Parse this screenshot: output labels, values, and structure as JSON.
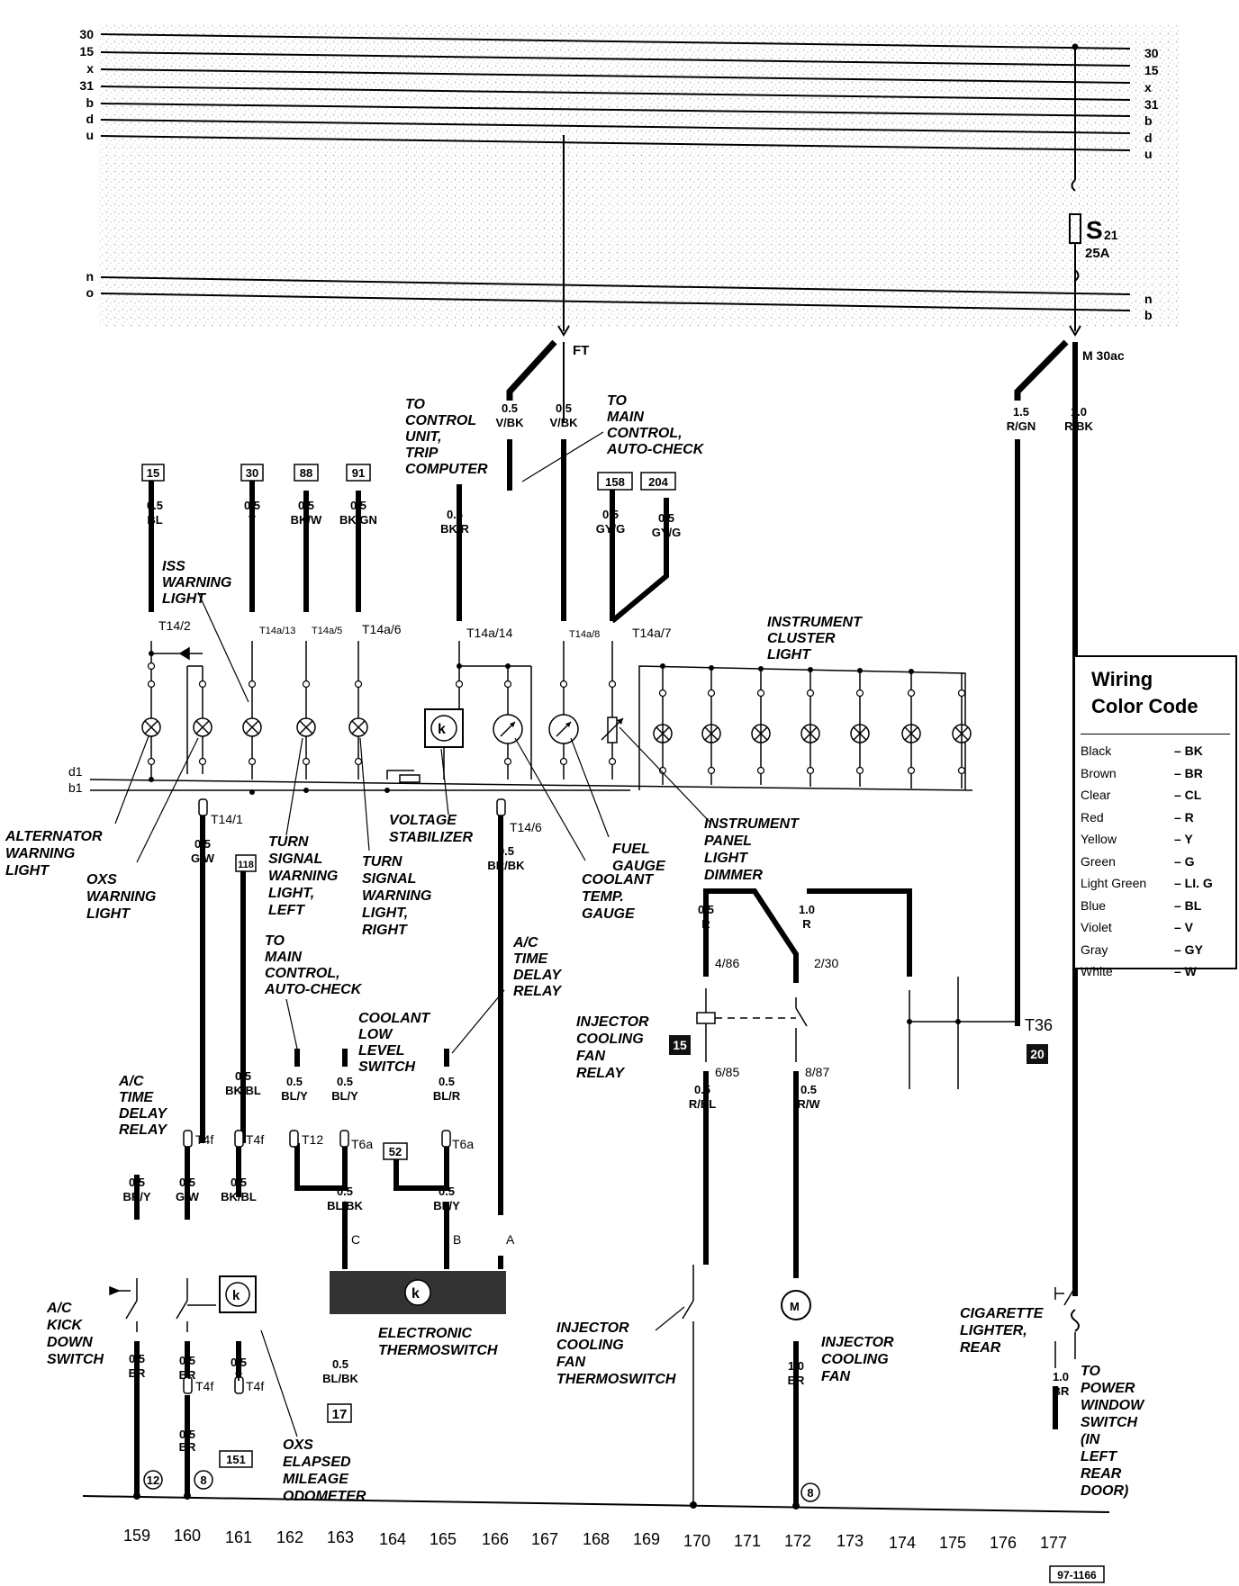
{
  "bus_lines_left": [
    "30",
    "15",
    "x",
    "31",
    "b",
    "d",
    "u",
    "n",
    "o"
  ],
  "bus_lines_right": [
    "30",
    "15",
    "x",
    "31",
    "b",
    "d",
    "u",
    "n",
    "b"
  ],
  "fuse": {
    "name": "S",
    "index": "21",
    "rating": "25A"
  },
  "ground_points": {
    "ft": "FT",
    "m30ac": "M 30ac"
  },
  "branch_labels": {
    "d1": "d1",
    "b1": "b1"
  },
  "boxed_refs": [
    "15",
    "30",
    "88",
    "91",
    "158",
    "204",
    "118",
    "52",
    "17",
    "151"
  ],
  "black_refs": [
    "15",
    "20"
  ],
  "circle_refs": [
    "12",
    "8",
    "8"
  ],
  "wires": [
    {
      "gauge": "0.5",
      "color": "BL"
    },
    {
      "gauge": "0.5",
      "color": "Y"
    },
    {
      "gauge": "0.5",
      "color": "BK/W"
    },
    {
      "gauge": "0.5",
      "color": "BK/GN"
    },
    {
      "gauge": "0.5",
      "color": "BK/R"
    },
    {
      "gauge": "0.5",
      "color": "V/BK"
    },
    {
      "gauge": "0.5",
      "color": "V/BK"
    },
    {
      "gauge": "0.5",
      "color": "GY/G"
    },
    {
      "gauge": "0.5",
      "color": "GY/G"
    },
    {
      "gauge": "1.5",
      "color": "R/GN"
    },
    {
      "gauge": "1.0",
      "color": "R/BK"
    },
    {
      "gauge": "0.5",
      "color": "G/W"
    },
    {
      "gauge": "0.5",
      "color": "BR/BK"
    },
    {
      "gauge": "0.5",
      "color": "R"
    },
    {
      "gauge": "1.0",
      "color": "R"
    },
    {
      "gauge": "0.5",
      "color": "BK/BL"
    },
    {
      "gauge": "0.5",
      "color": "BL/Y"
    },
    {
      "gauge": "0.5",
      "color": "BL/Y"
    },
    {
      "gauge": "0.5",
      "color": "BL/R"
    },
    {
      "gauge": "0.5",
      "color": "R/BL"
    },
    {
      "gauge": "0.5",
      "color": "R/W"
    },
    {
      "gauge": "0.5",
      "color": "BR/Y"
    },
    {
      "gauge": "0.5",
      "color": "G/W"
    },
    {
      "gauge": "0.5",
      "color": "BK/BL"
    },
    {
      "gauge": "0.5",
      "color": "BL/BK"
    },
    {
      "gauge": "0.5",
      "color": "BL/Y"
    },
    {
      "gauge": "0.5",
      "color": "BR"
    },
    {
      "gauge": "0.5",
      "color": "BR"
    },
    {
      "gauge": "0.5",
      "color": "Y"
    },
    {
      "gauge": "0.5",
      "color": "BR"
    },
    {
      "gauge": "0.5",
      "color": "BL/BK"
    },
    {
      "gauge": "1.0",
      "color": "BR"
    },
    {
      "gauge": "1.0",
      "color": "BR"
    }
  ],
  "connectors": {
    "t14_2": "T14/2",
    "t14a_13": "T14a/13",
    "t14a_5": "T14a/5",
    "t14a_6": "T14a/6",
    "t14a_14": "T14a/14",
    "t14a_8": "T14a/8",
    "t14a_7": "T14a/7",
    "t14_1": "T14/1",
    "t14_6": "T14/6",
    "t4f_a": "T4f",
    "t4f_b": "T4f",
    "t4f_c": "T4f",
    "t4f_d": "T4f",
    "t12": "T12",
    "t6a_a": "T6a",
    "t6a_b": "T6a",
    "t36": "T36",
    "pin_4_86": "4/86",
    "pin_2_30": "2/30",
    "pin_6_85": "6/85",
    "pin_8_87": "8/87",
    "pin_c": "C",
    "pin_b": "B",
    "pin_a": "A"
  },
  "labels": {
    "to_control_unit": [
      "TO",
      "CONTROL",
      "UNIT,",
      "TRIP",
      "COMPUTER"
    ],
    "to_main_control_top": [
      "TO",
      "MAIN",
      "CONTROL,",
      "AUTO-CHECK"
    ],
    "iss_warning": [
      "ISS",
      "WARNING",
      "LIGHT"
    ],
    "instrument_cluster_light": [
      "INSTRUMENT",
      "CLUSTER",
      "LIGHT"
    ],
    "alternator_warning": [
      "ALTERNATOR",
      "WARNING",
      "LIGHT"
    ],
    "oxs_warning": [
      "OXS",
      "WARNING",
      "LIGHT"
    ],
    "turn_left": [
      "TURN",
      "SIGNAL",
      "WARNING",
      "LIGHT,",
      "LEFT"
    ],
    "turn_right": [
      "TURN",
      "SIGNAL",
      "WARNING",
      "LIGHT,",
      "RIGHT"
    ],
    "voltage_stabilizer": [
      "VOLTAGE",
      "STABILIZER"
    ],
    "fuel_gauge": [
      "FUEL",
      "GAUGE"
    ],
    "coolant_temp": [
      "COOLANT",
      "TEMP.",
      "GAUGE"
    ],
    "panel_dimmer": [
      "INSTRUMENT",
      "PANEL",
      "LIGHT",
      "DIMMER"
    ],
    "to_main_control_mid": [
      "TO",
      "MAIN",
      "CONTROL,",
      "AUTO-CHECK"
    ],
    "coolant_low": [
      "COOLANT",
      "LOW",
      "LEVEL",
      "SWITCH"
    ],
    "ac_relay_mid": [
      "A/C",
      "TIME",
      "DELAY",
      "RELAY"
    ],
    "ac_relay_left": [
      "A/C",
      "TIME",
      "DELAY",
      "RELAY"
    ],
    "fan_relay": [
      "INJECTOR",
      "COOLING",
      "FAN",
      "RELAY"
    ],
    "ac_kick": [
      "A/C",
      "KICK",
      "DOWN",
      "SWITCH"
    ],
    "electronic_thermo": [
      "ELECTRONIC",
      "THERMOSWITCH"
    ],
    "fan_thermo": [
      "INJECTOR",
      "COOLING",
      "FAN",
      "THERMOSWITCH"
    ],
    "cooling_fan": [
      "INJECTOR",
      "COOLING",
      "FAN"
    ],
    "cig_lighter": [
      "CIGARETTE",
      "LIGHTER,",
      "REAR"
    ],
    "oxs_odometer": [
      "OXS",
      "ELAPSED",
      "MILEAGE",
      "ODOMETER"
    ],
    "power_window": [
      "TO",
      "POWER",
      "WINDOW",
      "SWITCH",
      "(IN",
      "LEFT",
      "REAR",
      "DOOR)"
    ]
  },
  "grid_numbers": [
    "159",
    "160",
    "161",
    "162",
    "163",
    "164",
    "165",
    "166",
    "167",
    "168",
    "169",
    "170",
    "171",
    "172",
    "173",
    "174",
    "175",
    "176",
    "177"
  ],
  "doc_id": "97-1166",
  "legend": {
    "title": [
      "Wiring",
      "Color Code"
    ],
    "rows": [
      {
        "color": "Black",
        "code": "– BK"
      },
      {
        "color": "Brown",
        "code": "– BR"
      },
      {
        "color": "Clear",
        "code": "– CL"
      },
      {
        "color": "Red",
        "code": "– R"
      },
      {
        "color": "Yellow",
        "code": "– Y"
      },
      {
        "color": "Green",
        "code": "– G"
      },
      {
        "color": "Light Green",
        "code": "– LI. G"
      },
      {
        "color": "Blue",
        "code": "– BL"
      },
      {
        "color": "Violet",
        "code": "– V"
      },
      {
        "color": "Gray",
        "code": "– GY"
      },
      {
        "color": "White",
        "code": "– W"
      }
    ]
  }
}
